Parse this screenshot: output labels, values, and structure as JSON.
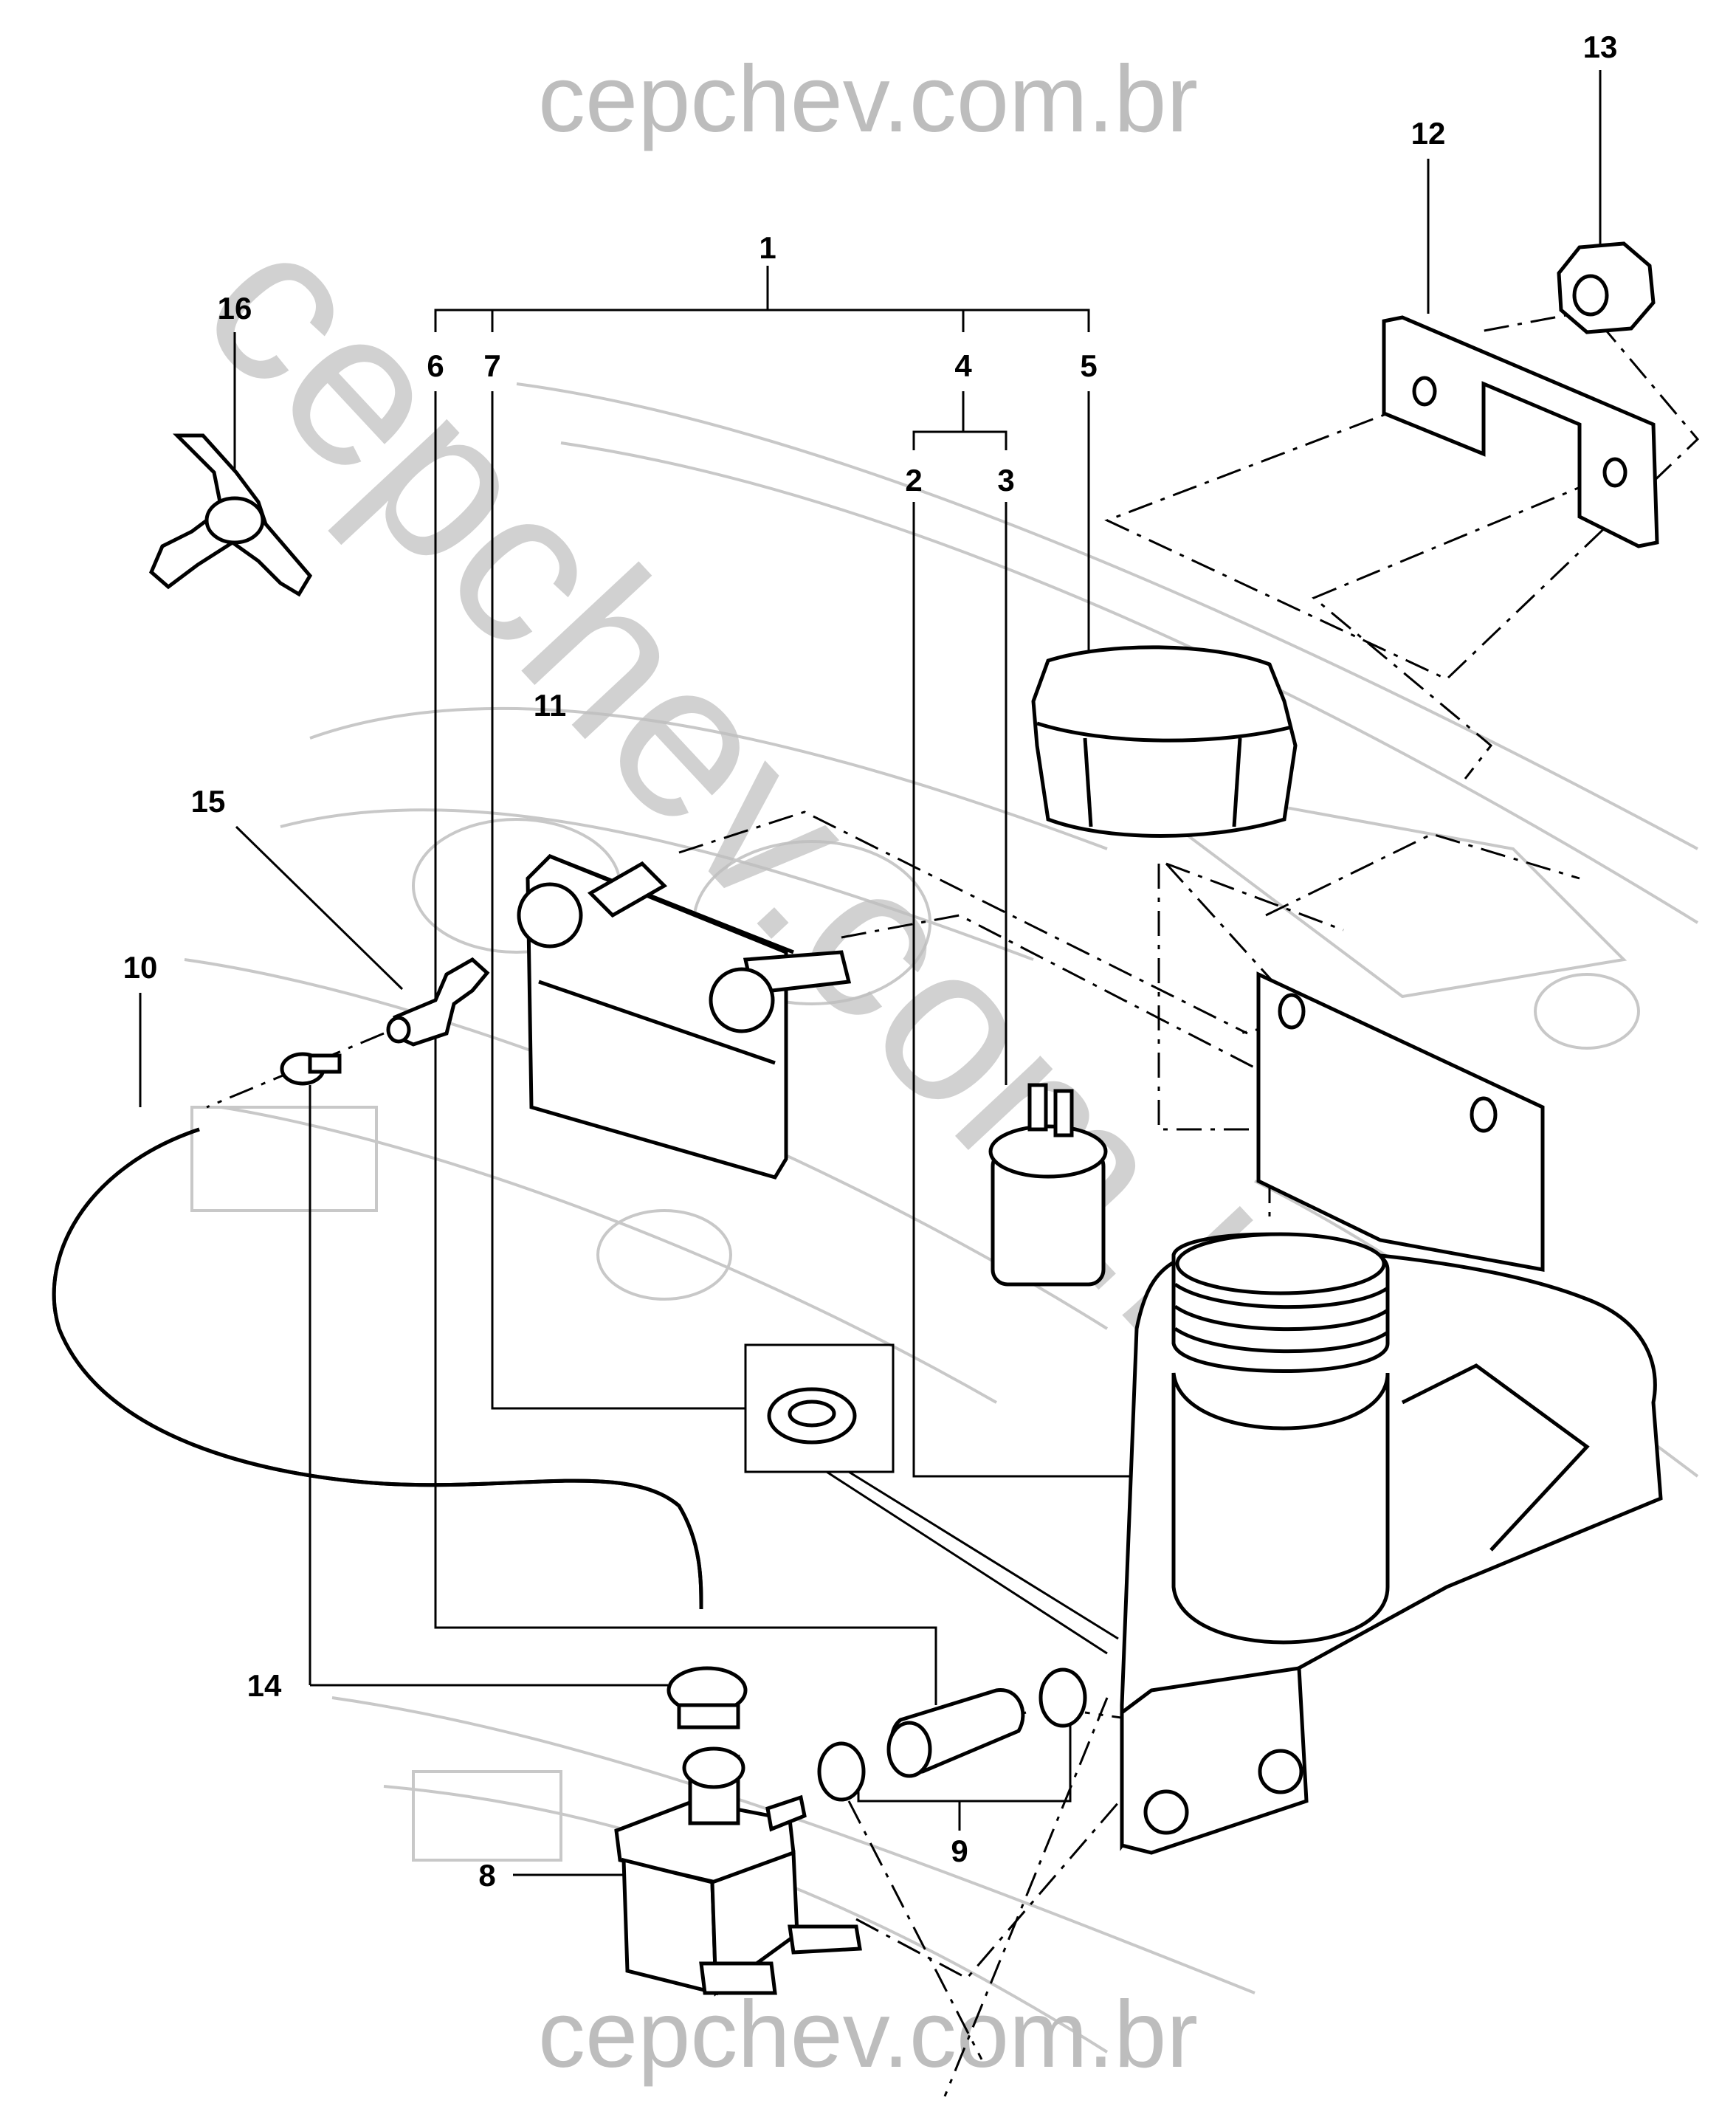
{
  "watermarks": {
    "top": "cepchev.com.br",
    "bottom": "cepchev.com.br",
    "diagonal": "cepchev.com.br"
  },
  "callouts": [
    "1",
    "2",
    "3",
    "4",
    "5",
    "6",
    "7",
    "8",
    "9",
    "10",
    "11",
    "12",
    "13",
    "14",
    "15",
    "16"
  ]
}
